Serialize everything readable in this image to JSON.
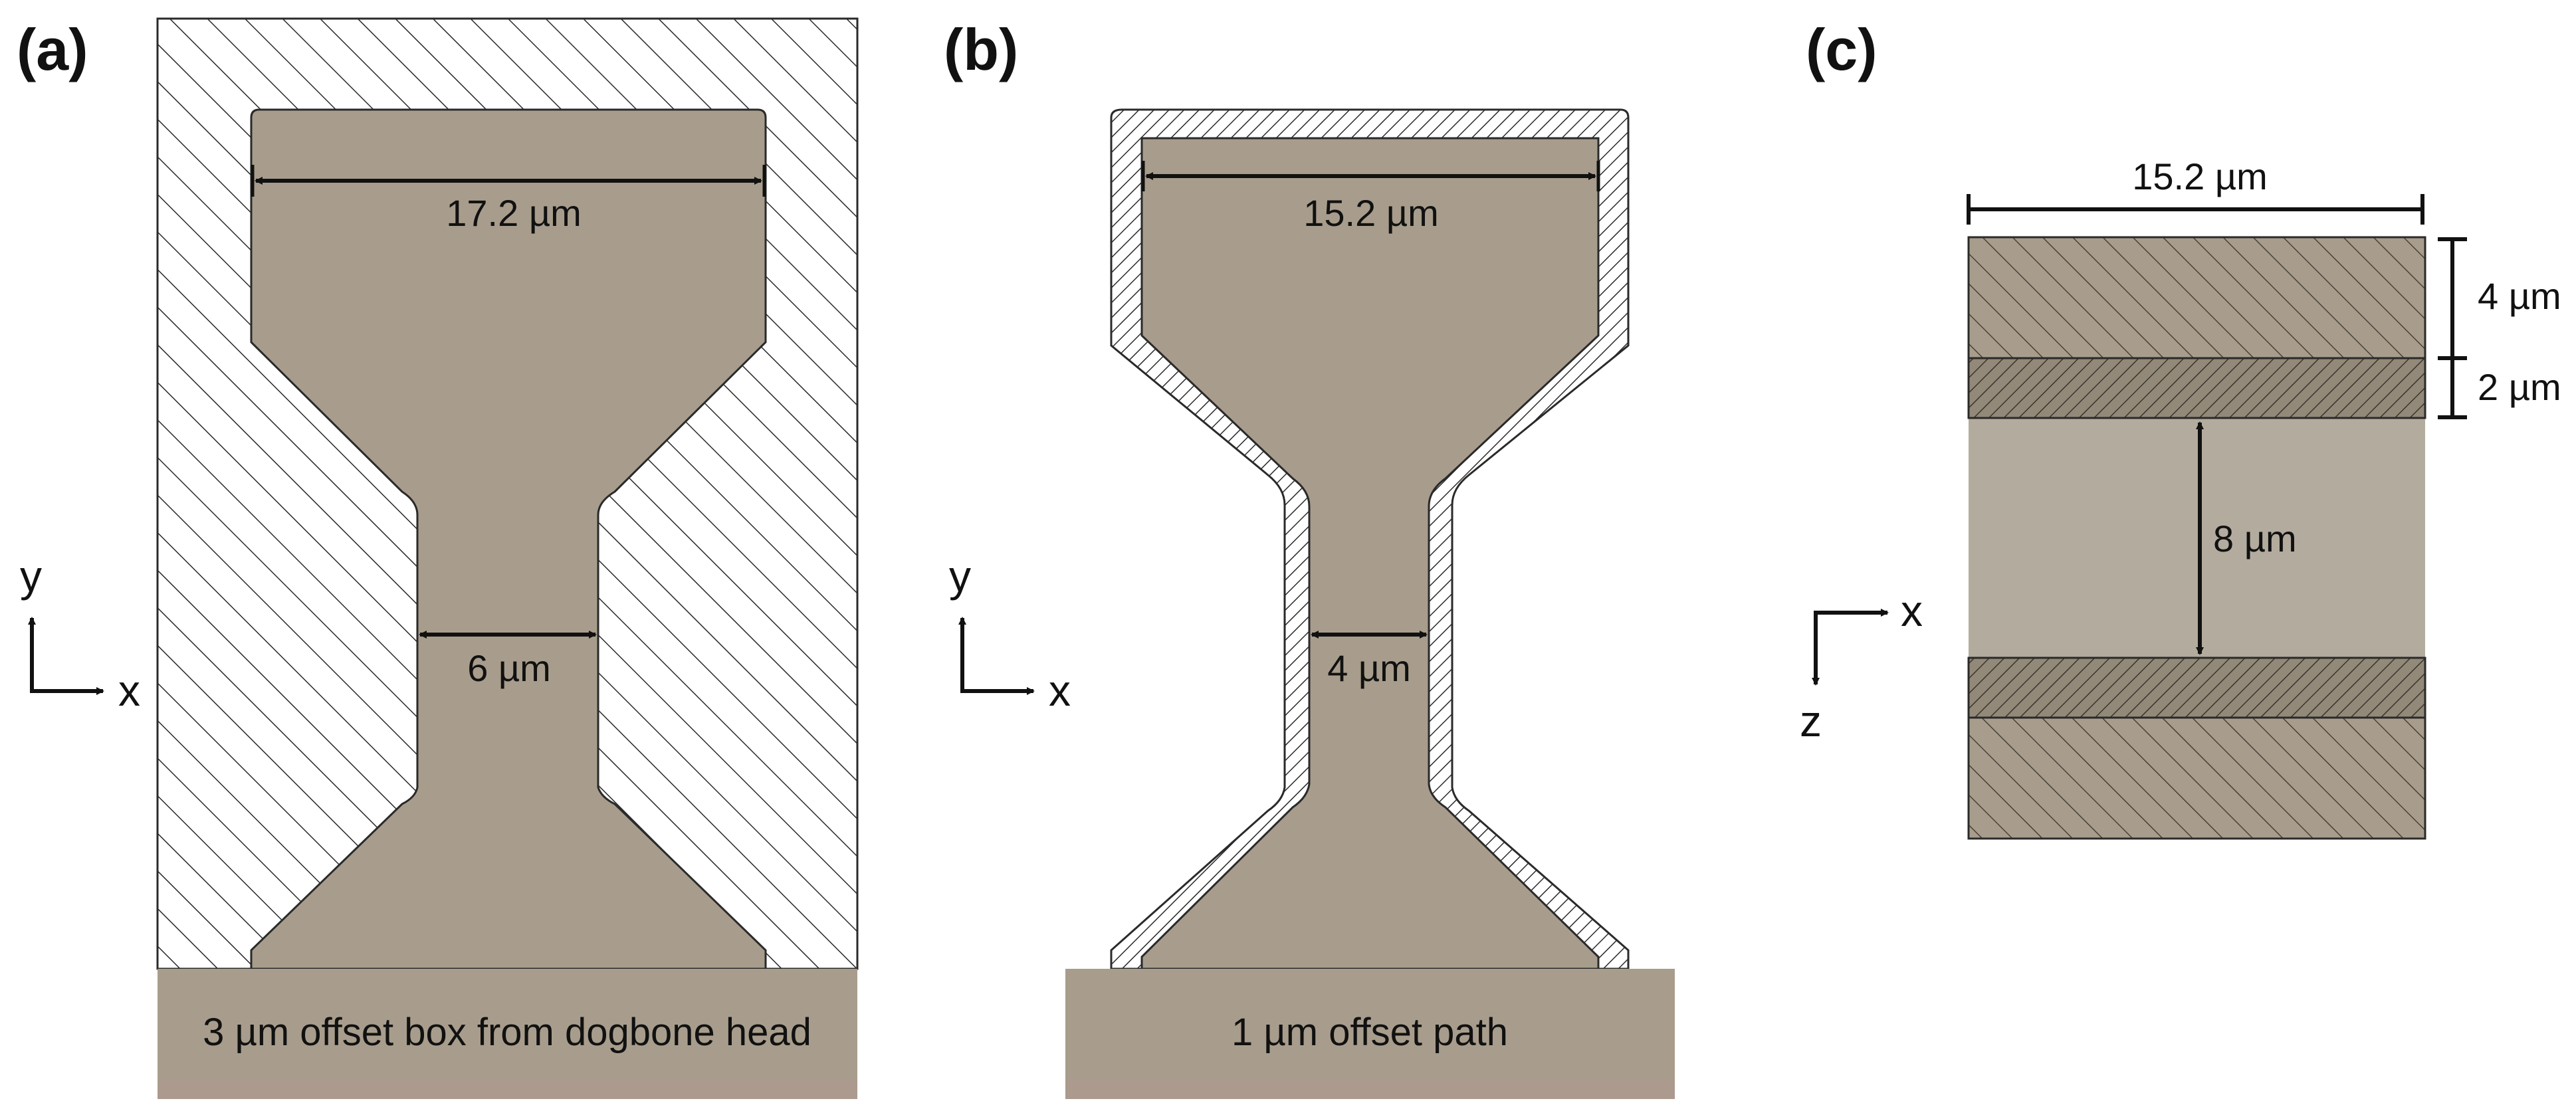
{
  "colors": {
    "material": "#a89d8c",
    "material_light": "#b3ab9d",
    "base_bottom": "#ab9a8d",
    "outline": "#2a2a2a",
    "hatch": "#2a2a2a"
  },
  "panels": {
    "a": {
      "label": "(a)",
      "head_width": "17.2 µm",
      "gauge_width": "6 µm",
      "caption": "3 µm offset box from dogbone head",
      "axis_y": "y",
      "axis_x": "x"
    },
    "b": {
      "label": "(b)",
      "head_width": "15.2 µm",
      "gauge_width": "4 µm",
      "caption": "1 µm offset path",
      "axis_y": "y",
      "axis_x": "x"
    },
    "c": {
      "label": "(c)",
      "width": "15.2 µm",
      "top_layer": "4 µm",
      "thin_layer": "2 µm",
      "gap": "8 µm",
      "axis_x": "x",
      "axis_z": "z"
    }
  }
}
